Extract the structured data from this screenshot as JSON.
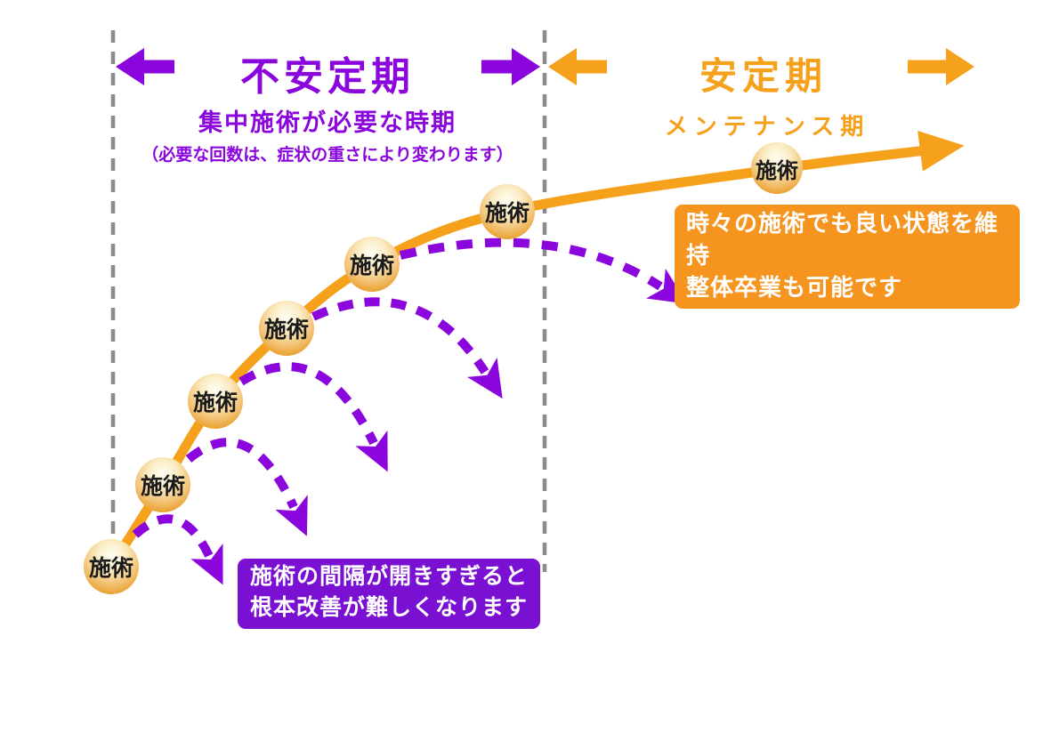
{
  "diagram": {
    "kind": "treatment-interval-concept",
    "phases": {
      "unstable": {
        "title": "不安定期",
        "subtitle": "集中施術が必要な時期",
        "note": "（必要な回数は、症状の重さにより変わります）"
      },
      "stable": {
        "title": "安定期",
        "subtitle": "メンテナンス期"
      }
    },
    "callouts": {
      "stable_box": {
        "line1": "時々の施術でも良い状態を維持",
        "line2": "整体卒業も可能です"
      },
      "warning_box": {
        "line1": "施術の間隔が開きすぎると",
        "line2": "根本改善が難しくなります"
      }
    },
    "nodes": [
      {
        "label": "施術"
      },
      {
        "label": "施術"
      },
      {
        "label": "施術"
      },
      {
        "label": "施術"
      },
      {
        "label": "施術"
      },
      {
        "label": "施術"
      },
      {
        "label": "施術"
      }
    ],
    "colors": {
      "purple": "#8A06DC",
      "purple_box": "#7A10D2",
      "orange": "#F5A11C",
      "orange_box": "#F5941E",
      "divider_gray": "#8A8A8A",
      "node_text": "#1A1A1A",
      "callout_text": "#FFFFFF"
    }
  }
}
